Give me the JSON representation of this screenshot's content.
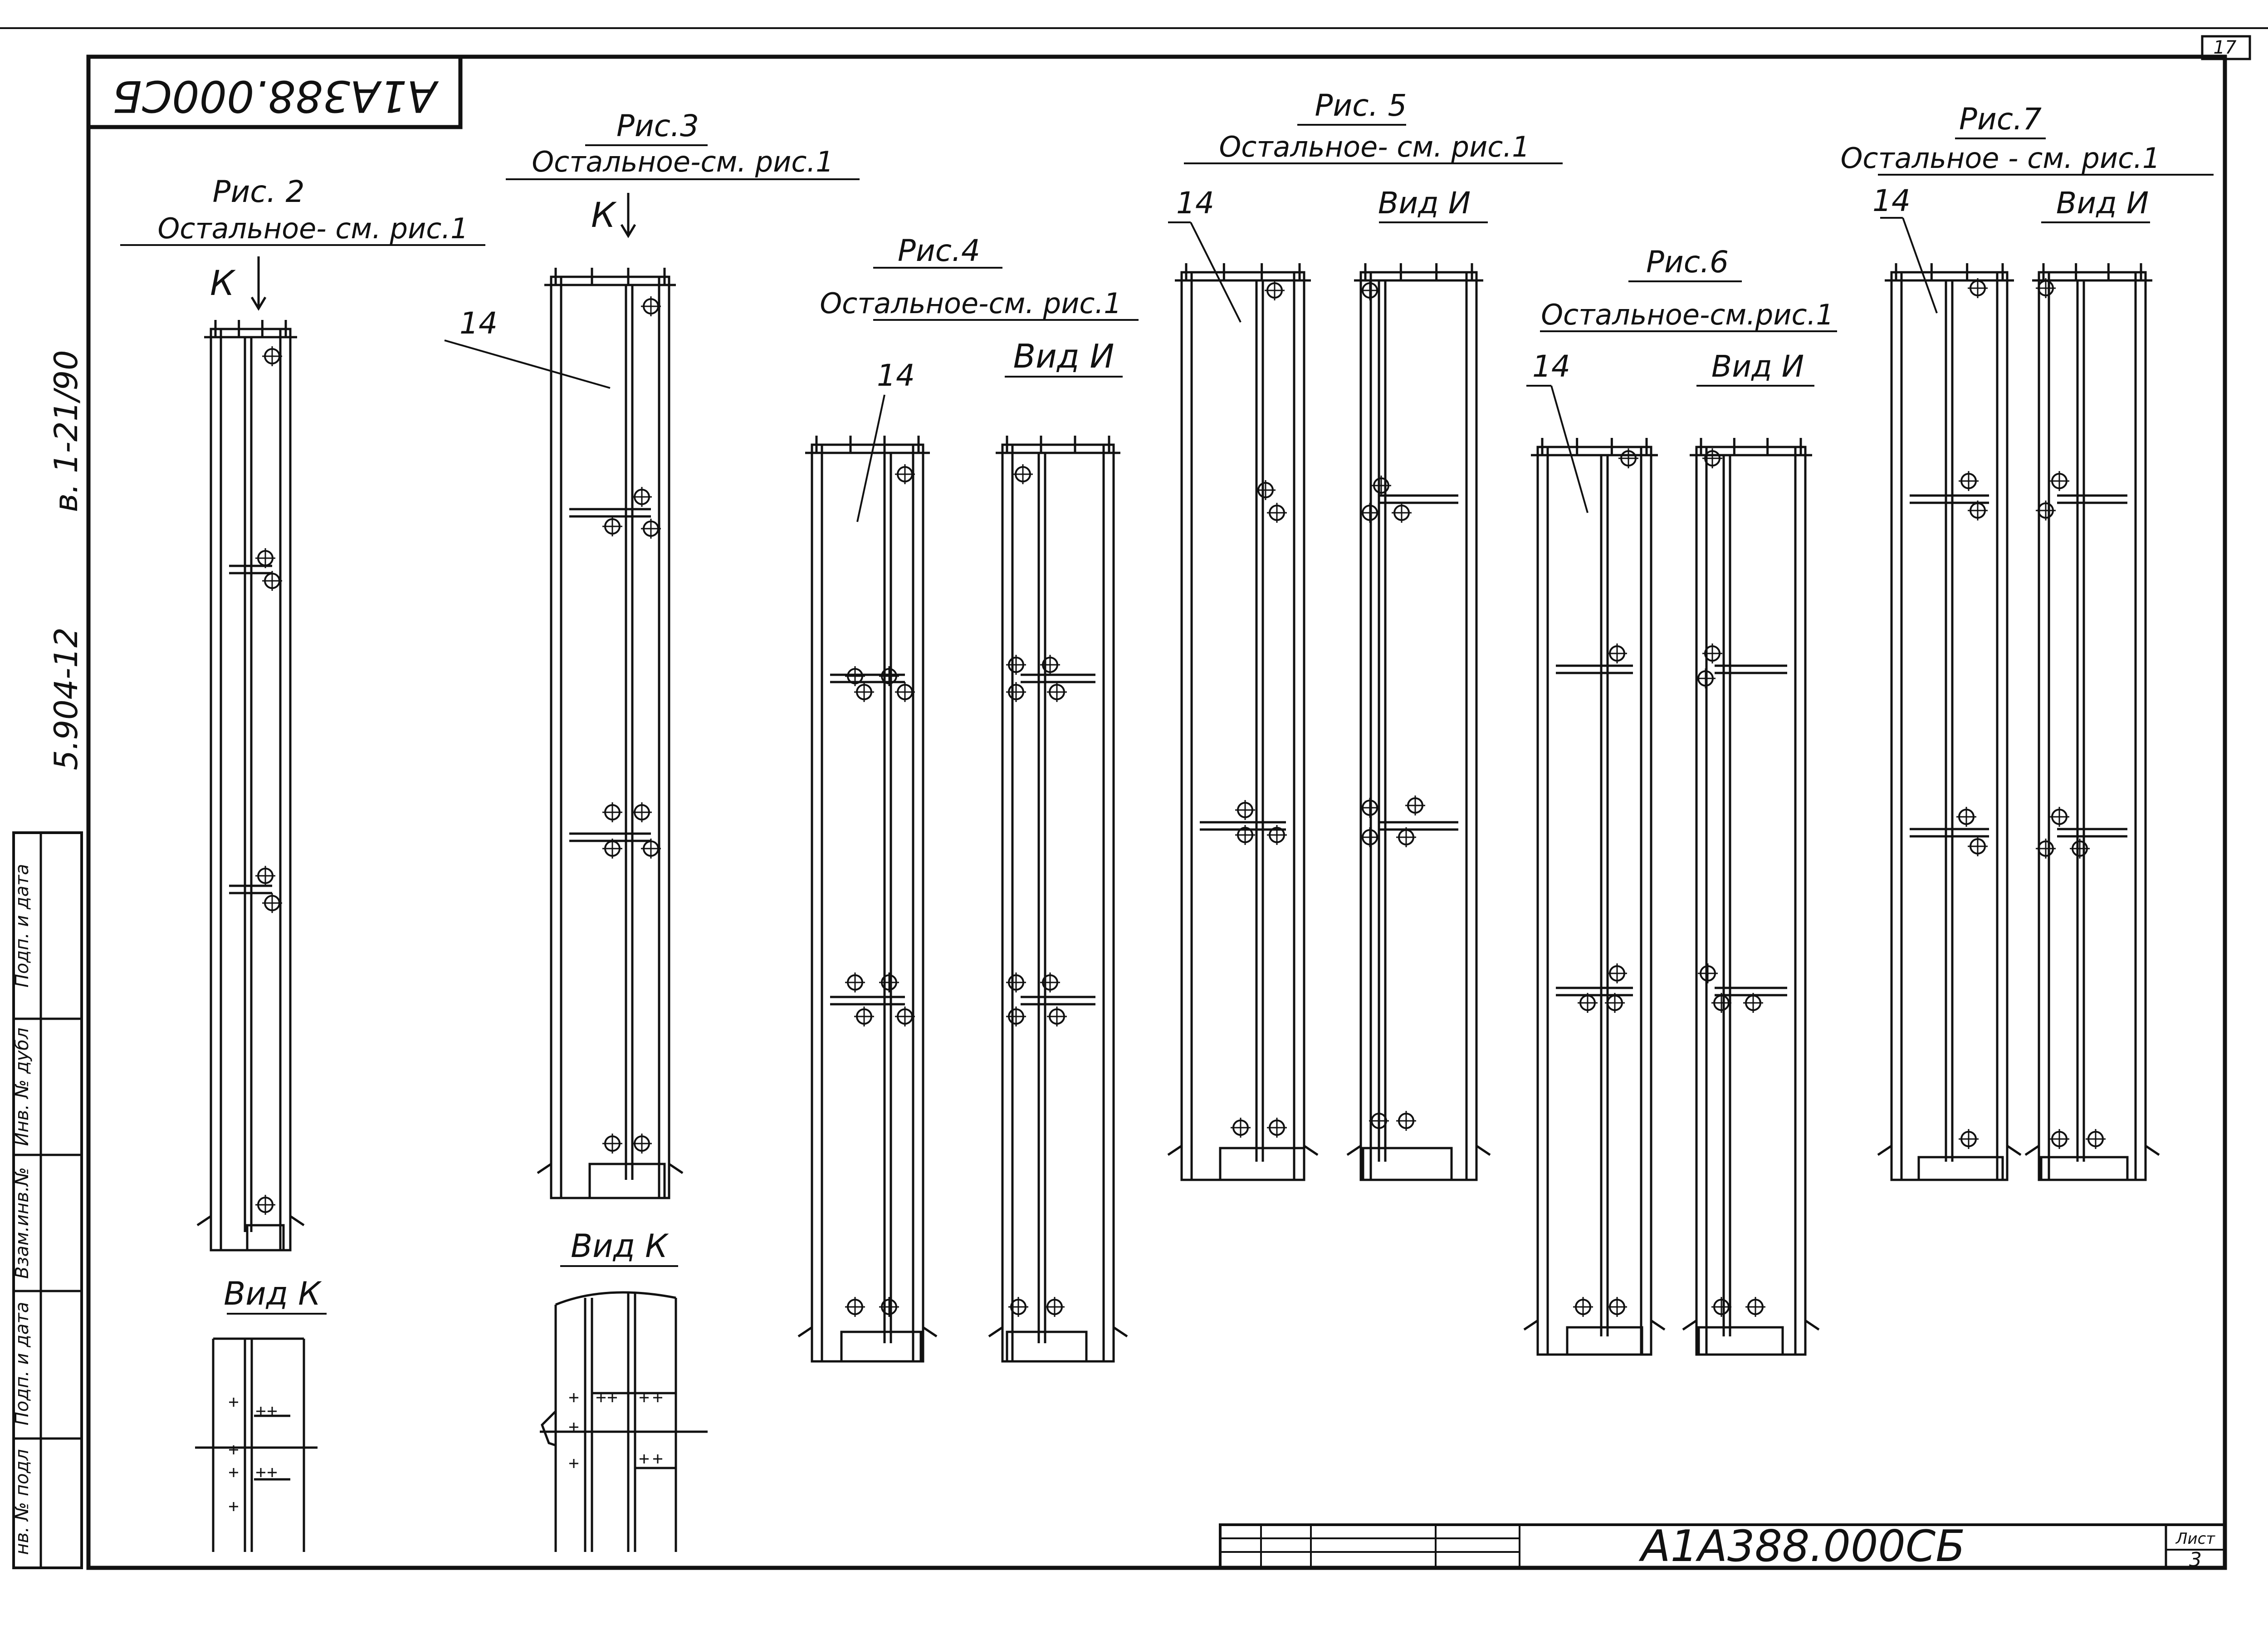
{
  "sheet": {
    "page_number": "17",
    "doc_code": "А1А388.000СБ",
    "side_code_top": "в. 1-21/90",
    "side_code_bottom": "5.904-12",
    "sheet_label": "Лист",
    "sheet_number": "3"
  },
  "side_stamp": [
    {
      "label": "Подп. и дата"
    },
    {
      "label": "Инв. № дубл"
    },
    {
      "label": "Взам.инв.№"
    },
    {
      "label": "Подп. и дата"
    },
    {
      "label": "нв. № подл"
    }
  ],
  "figures": [
    {
      "title": "Рис. 2",
      "note": "Остальное- см. рис.1",
      "view_mark": "К"
    },
    {
      "title": "Рис.3",
      "note": "Остальное-см. рис.1",
      "view_mark": "К",
      "pos": "14"
    },
    {
      "title": "Рис.4",
      "note": "Остальное-см. рис.1",
      "pos": "14",
      "view": "Вид И"
    },
    {
      "title": "Рис. 5",
      "note": "Остальное- см. рис.1",
      "pos": "14",
      "view": "Вид И"
    },
    {
      "title": "Рис.6",
      "note": "Остальное-см.рис.1",
      "pos": "14",
      "view": "Вид И"
    },
    {
      "title": "Рис.7",
      "note": "Остальное - см. рис.1",
      "pos": "14",
      "view": "Вид И"
    }
  ],
  "detail_views": [
    {
      "title": "Вид К"
    },
    {
      "title": "Вид К"
    }
  ]
}
